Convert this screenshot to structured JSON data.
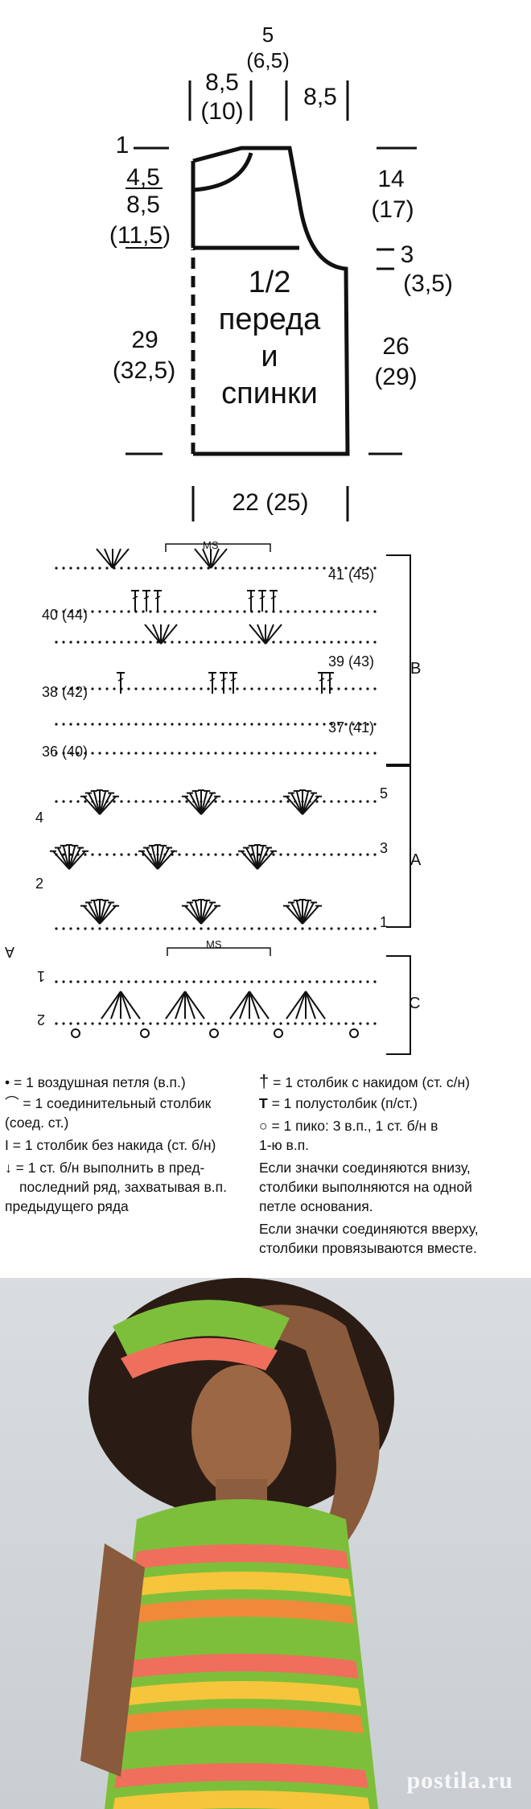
{
  "schematic": {
    "top_center": "5",
    "top_center_alt": "(6,5)",
    "top_left": "8,5",
    "top_left_alt": "(10)",
    "top_right": "8,5",
    "left_1": "1",
    "left_45": "4,5",
    "left_85": "8,5",
    "left_115": "(11,5)",
    "left_29": "29",
    "left_325": "(32,5)",
    "right_14": "14",
    "right_17": "(17)",
    "right_3": "3",
    "right_35": "(3,5)",
    "right_26": "26",
    "right_29": "(29)",
    "bottom": "22  (25)",
    "center_line1": "1/2",
    "center_line2": "переда",
    "center_line3": "и",
    "center_line4": "спинки"
  },
  "chart": {
    "ms_top": "MS",
    "ms_bottom": "MS",
    "row_labels_left": [
      "40 (44)",
      "38 (42)",
      "36 (40)",
      "4",
      "2"
    ],
    "row_labels_right": [
      "41 (45)",
      "39 (43)",
      "37 (41)",
      "5",
      "3",
      "1"
    ],
    "section_b": "B",
    "section_a": "A",
    "section_c": "C",
    "c_side_left_a": "A",
    "c_row_1": "1",
    "c_row_2": "2"
  },
  "legend": {
    "chain": "= 1 воздушная петля (в.п.)",
    "slip_1": "= 1 соединительный столбик",
    "slip_2": "(соед. ст.)",
    "sc": "= 1 столбик без накида (ст. б/н)",
    "sc_prev_1": "= 1 ст. б/н выполнить в пред-",
    "sc_prev_2": "последний ряд, захватывая в.п.",
    "sc_prev_3": "предыдущего ряда",
    "dc": "= 1 столбик с накидом (ст. с/н)",
    "hdc": "= 1 полустолбик (п/ст.)",
    "picot_1": "= 1 пико: 3 в.п., 1 ст. б/н в",
    "picot_2": "1-ю в.п.",
    "note1_1": "Если значки соединяются внизу,",
    "note1_2": "столбики выполняются на одной",
    "note1_3": "петле основания.",
    "note2_1": "Если значки соединяются вверху,",
    "note2_2": "столбики провязываются вместе."
  },
  "photo": {
    "watermark": "postila.ru"
  }
}
